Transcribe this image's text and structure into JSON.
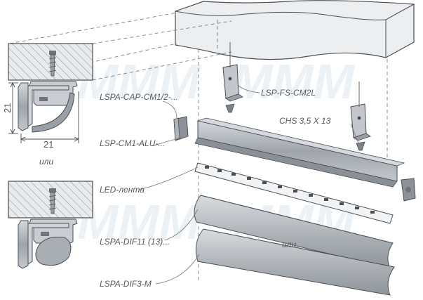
{
  "watermark": "MMM",
  "dimensions": {
    "height": "21",
    "width": "21"
  },
  "separators": {
    "left": "или",
    "right": "или"
  },
  "labels": {
    "cap": "LSPA-CAP-CM1/2-...",
    "clip": "LSP-FS-CM2L",
    "screw": "CHS 3,5 X 13",
    "profile": "LSP-CM1-ALU-...",
    "led": "LED-лента",
    "diffuser1": "LSPA-DIF11 (13)...",
    "diffuser2": "LSPA-DIF3-M"
  },
  "colors": {
    "line": "#4a4f55",
    "metal": "#b7bcc1",
    "hatch": "#8a8f94",
    "wall": "#e4e6e8",
    "label": "#555a60"
  }
}
